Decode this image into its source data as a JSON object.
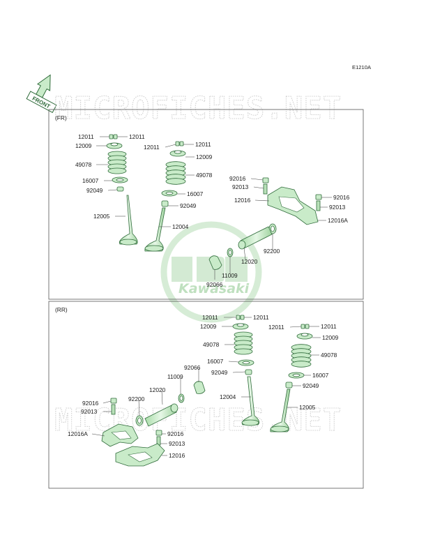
{
  "diagram_code": "E1210A",
  "front_label": "FRONT",
  "watermark": "MICROFICHES.NET",
  "logo_brand": "Kawasaki",
  "sections": [
    {
      "title": "(FR)"
    },
    {
      "title": "(RR)"
    }
  ],
  "fr_labels": [
    "12011",
    "12011",
    "12009",
    "49078",
    "16007",
    "92049",
    "12005",
    "12011",
    "12011",
    "12009",
    "49078",
    "16007",
    "92049",
    "12004",
    "92016",
    "92013",
    "12016",
    "92016",
    "92013",
    "12016A",
    "92200",
    "12020",
    "11009",
    "92066"
  ],
  "rr_labels": [
    "12011",
    "12011",
    "12009",
    "49078",
    "16007",
    "92049",
    "12004",
    "12011",
    "12011",
    "12009",
    "49078",
    "16007",
    "92049",
    "12005",
    "92066",
    "11009",
    "12020",
    "92200",
    "92016",
    "92013",
    "12016A",
    "92016",
    "92013",
    "12016"
  ],
  "colors": {
    "part_fill": "#c9ebc9",
    "part_stroke": "#2f6b3a",
    "frame": "#555555",
    "watermark": "#d2d2d2",
    "logo": "#cfe8cf"
  }
}
